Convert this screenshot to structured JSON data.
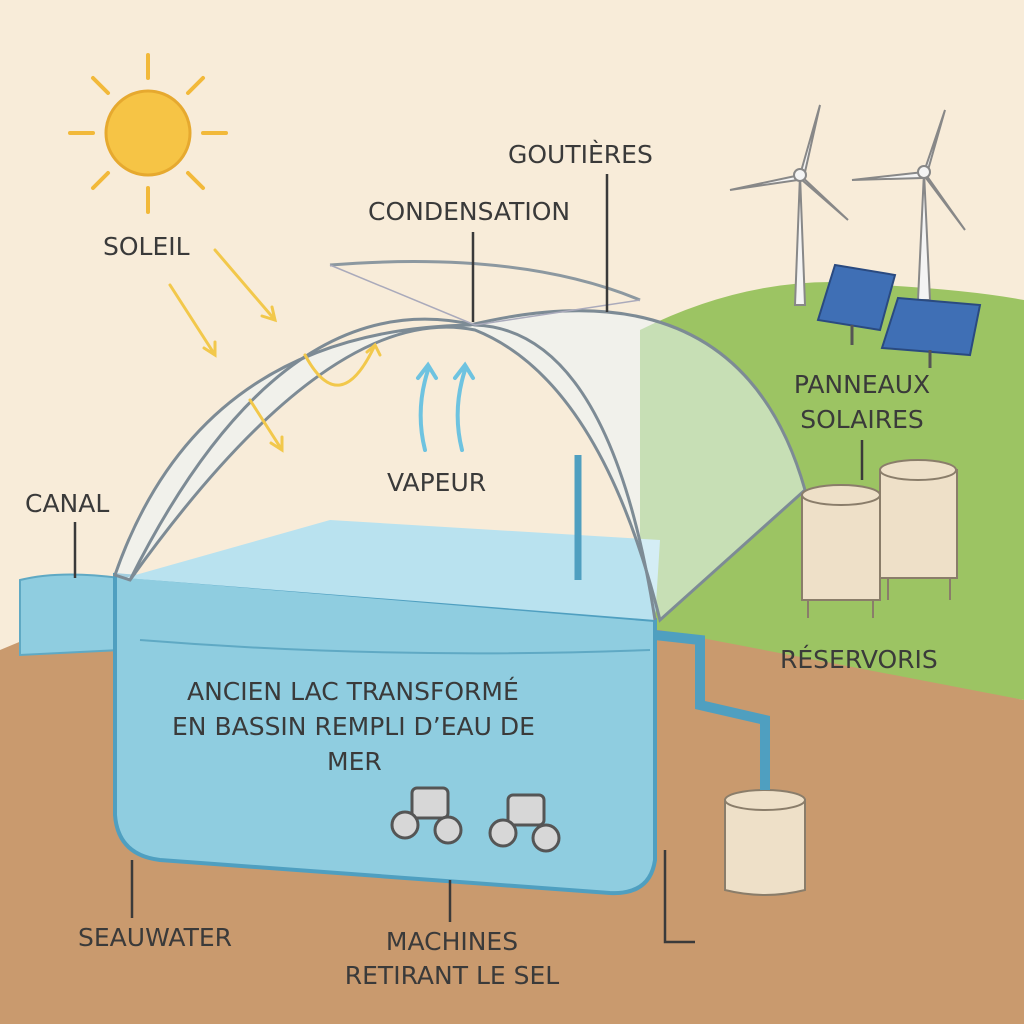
{
  "labels": {
    "sun": "SOLEIL",
    "condensation": "CONDENSATION",
    "gutters": "GOUTIÈRES",
    "canal": "CANAL",
    "vapor": "VAPEUR",
    "solar_panels_line1": "PANNEAUX",
    "solar_panels_line2": "SOLAIRES",
    "reservoirs": "RÉSERVORIS",
    "basin_line1": "ANCIEN LAC TRANSFORMÉ",
    "basin_line2": "EN BASSIN REMPLI D’EAU DE",
    "basin_line3": "MER",
    "seawater": "SEAUWATER",
    "machines_line1": "MACHINES",
    "machines_line2": "RETIRANT LE SEL"
  },
  "colors": {
    "background": "#f8ecd9",
    "sun": "#f6c445",
    "water": "#8fcde0",
    "ground": "#c99a6e",
    "grass": "#9cc463",
    "arrow_sun": "#f2c84b",
    "arrow_vapor": "#6ec3e0"
  }
}
